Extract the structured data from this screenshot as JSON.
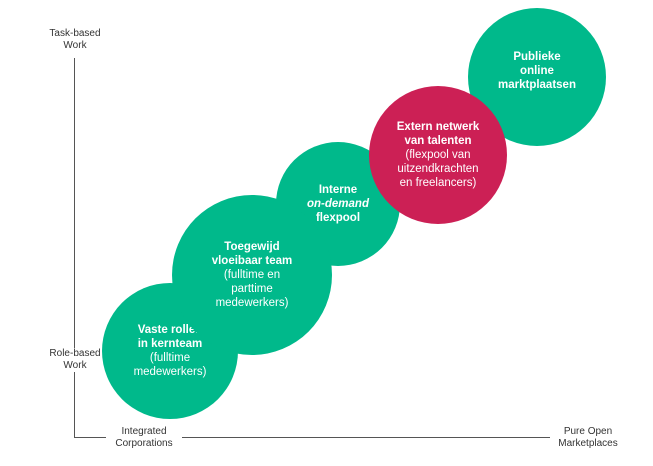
{
  "colors": {
    "green": "#00b98b",
    "magenta": "#cc2055",
    "axis": "#555555",
    "label": "#333333",
    "text": "#ffffff"
  },
  "axes": {
    "y_top": [
      "Task-based",
      "Work"
    ],
    "y_bottom": [
      "Role-based",
      "Work"
    ],
    "x_left": [
      "Integrated",
      "Corporations"
    ],
    "x_right": [
      "Pure Open",
      "Marketplaces"
    ]
  },
  "bubbles": [
    {
      "id": "vaste-rollen",
      "color": "green",
      "lines": [
        {
          "text": "Vaste rollen",
          "style": "b"
        },
        {
          "text": "in kernteam",
          "style": "b"
        },
        {
          "text": "(fulltime",
          "style": ""
        },
        {
          "text": "medewerkers)",
          "style": ""
        }
      ]
    },
    {
      "id": "toegewijd",
      "color": "green",
      "lines": [
        {
          "text": "Toegewijd",
          "style": "b"
        },
        {
          "text": "vloeibaar team",
          "style": "b"
        },
        {
          "text": "(fulltime en",
          "style": ""
        },
        {
          "text": "parttime",
          "style": ""
        },
        {
          "text": "medewerkers)",
          "style": ""
        }
      ]
    },
    {
      "id": "interne",
      "color": "green",
      "lines": [
        {
          "text": "Interne",
          "style": "b"
        },
        {
          "text": "on-demand",
          "style": "bi"
        },
        {
          "text": "flexpool",
          "style": "b"
        }
      ]
    },
    {
      "id": "extern",
      "color": "magenta",
      "lines": [
        {
          "text": "Extern netwerk",
          "style": "b"
        },
        {
          "text": "van talenten",
          "style": "b"
        },
        {
          "text": "(flexpool van",
          "style": ""
        },
        {
          "text": "uitzendkrachten",
          "style": ""
        },
        {
          "text": "en freelancers)",
          "style": ""
        }
      ]
    },
    {
      "id": "publieke",
      "color": "green",
      "lines": [
        {
          "text": "Publieke",
          "style": "b"
        },
        {
          "text": "online",
          "style": "b"
        },
        {
          "text": "marktplaatsen",
          "style": "b"
        }
      ]
    }
  ]
}
